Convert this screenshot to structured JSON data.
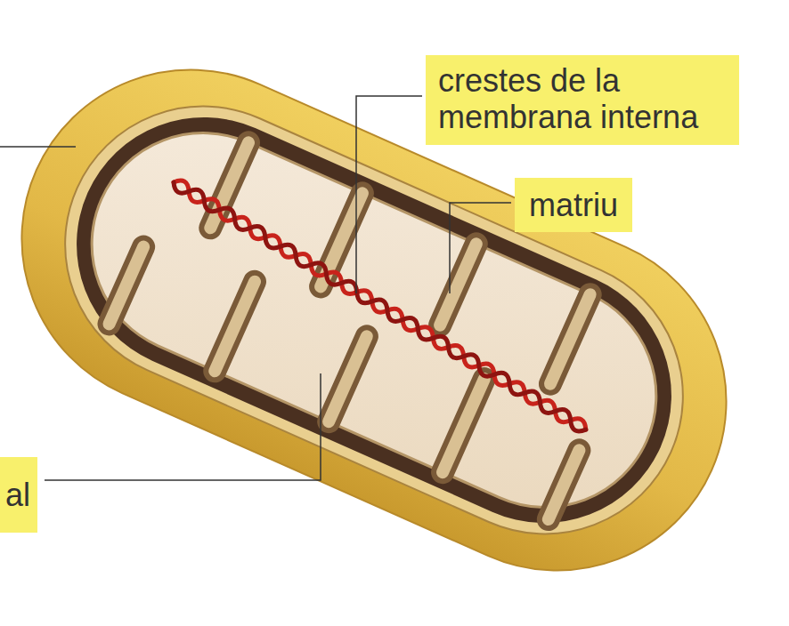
{
  "diagram": {
    "labels": [
      "crestes de la membrana interna",
      "matriu",
      "al"
    ]
  }
}
